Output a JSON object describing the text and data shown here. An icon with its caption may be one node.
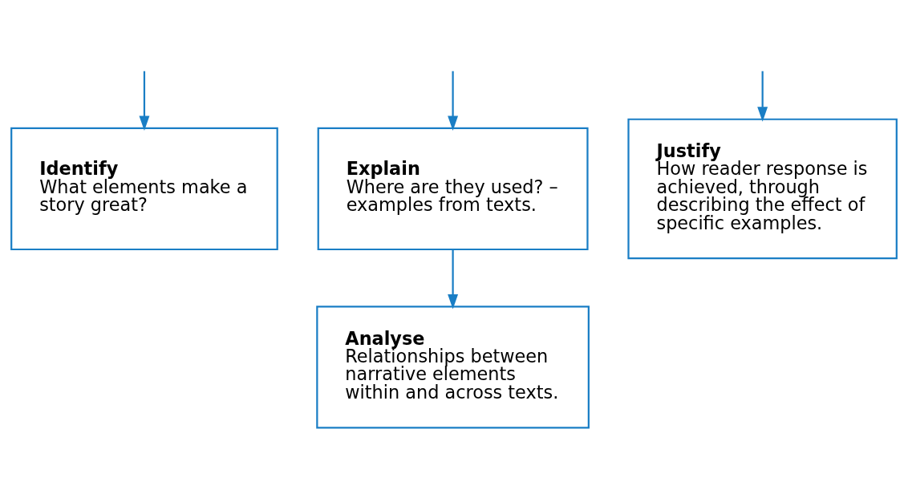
{
  "diagram": {
    "nodes": [
      {
        "text": [
          "Identify",
          "What elements make a story great?"
        ]
      },
      {
        "text": [
          "Explain",
          "Where are they used? – examples from texts."
        ]
      },
      {
        "text": [
          "Justify",
          "How reader response is achieved, through describing the effect of specific examples."
        ]
      },
      {
        "text": [
          "Analyse",
          "Relationships between narrative elements within and across texts."
        ]
      }
    ],
    "edges": [
      {
        "from": null,
        "to": 0,
        "arrow": "to"
      },
      {
        "from": null,
        "to": 1,
        "arrow": "to"
      },
      {
        "from": null,
        "to": 2,
        "arrow": "to"
      },
      {
        "from": 1,
        "to": 3,
        "arrow": "to"
      }
    ]
  }
}
